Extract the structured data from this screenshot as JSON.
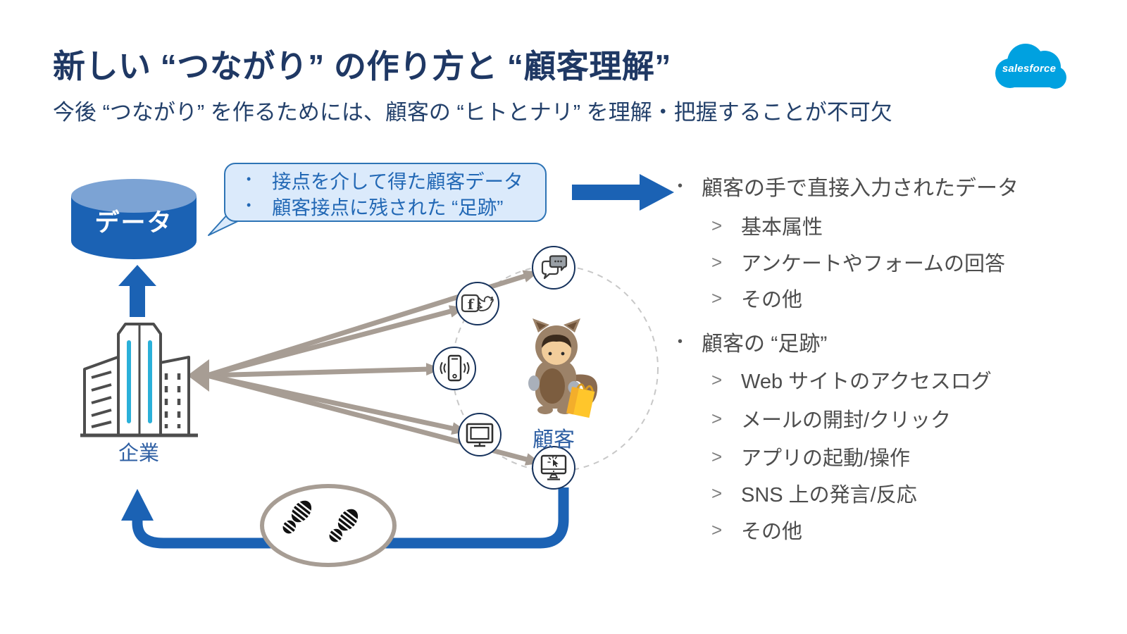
{
  "slide": {
    "title": "新しい “つながり” の作り方と “顧客理解”",
    "subtitle": "今後 “つながり” を作るためには、顧客の “ヒトとナリ” を理解・把握することが不可欠"
  },
  "logo": {
    "label": "salesforce"
  },
  "markers": {
    "bullet": "•",
    "chevron": ">"
  },
  "diagram": {
    "database_label": "データ",
    "company_label": "企業",
    "customer_label": "顧客",
    "bubble_items": [
      "接点を介して得た顧客データ",
      "顧客接点に残された “足跡”"
    ],
    "touchpoint_icons": [
      "chat-bubbles",
      "facebook-twitter",
      "smartphone",
      "desktop-monitor",
      "screen-click"
    ]
  },
  "list": {
    "groups": [
      {
        "title": "顧客の手で直接入力されたデータ",
        "items": [
          "基本属性",
          "アンケートやフォームの回答",
          "その他"
        ]
      },
      {
        "title": "顧客の “足跡”",
        "items": [
          "Web サイトのアクセスログ",
          "メールの開封/クリック",
          "アプリの起動/操作",
          "SNS 上の発言/反応",
          "その他"
        ]
      }
    ]
  },
  "colors": {
    "title_navy": "#1f3864",
    "primary_blue": "#1b62b4",
    "cylinder_top": "#7ca3d4",
    "bubble_fill": "#dbeafb",
    "bubble_border": "#2e74b5",
    "label_blue": "#2e5fa3",
    "arrow_taupe": "#a79d94",
    "list_text": "#4d4d4d",
    "salesforce_blue": "#00a1e0",
    "building_cyan": "#2ab0d9"
  }
}
